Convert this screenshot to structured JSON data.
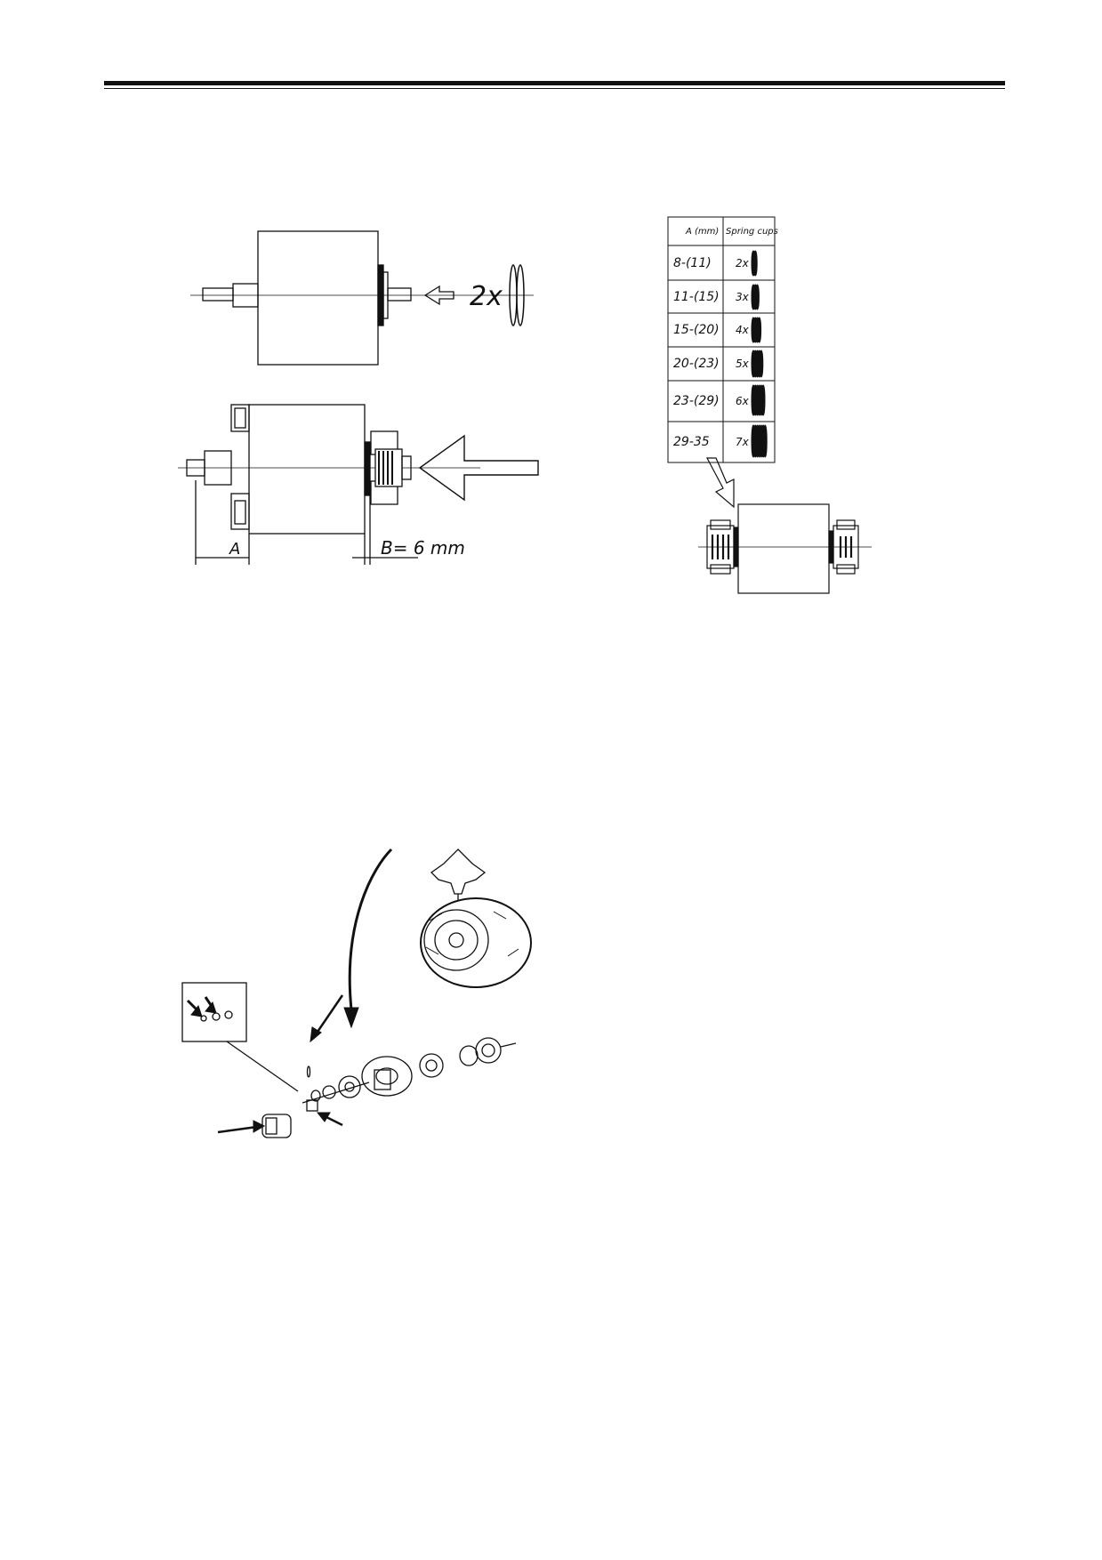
{
  "figure1": {
    "count_label": "2x"
  },
  "figure2": {
    "dim_a_label": "A",
    "dim_b_label": "B= 6 mm"
  },
  "spring_cup_table": {
    "header_a": "A (mm)",
    "header_cups": "Spring cups",
    "rows": [
      {
        "range": "8-(11)",
        "count": "2x",
        "cups": 2
      },
      {
        "range": "11-(15)",
        "count": "3x",
        "cups": 3
      },
      {
        "range": "15-(20)",
        "count": "4x",
        "cups": 4
      },
      {
        "range": "20-(23)",
        "count": "5x",
        "cups": 5
      },
      {
        "range": "23-(29)",
        "count": "6x",
        "cups": 6
      },
      {
        "range": "29-35",
        "count": "7x",
        "cups": 7
      }
    ]
  },
  "icons": [
    "arrow-left-icon",
    "big-arrow-left-icon",
    "hollow-arrow-down-icon",
    "black-arrow-icon"
  ]
}
